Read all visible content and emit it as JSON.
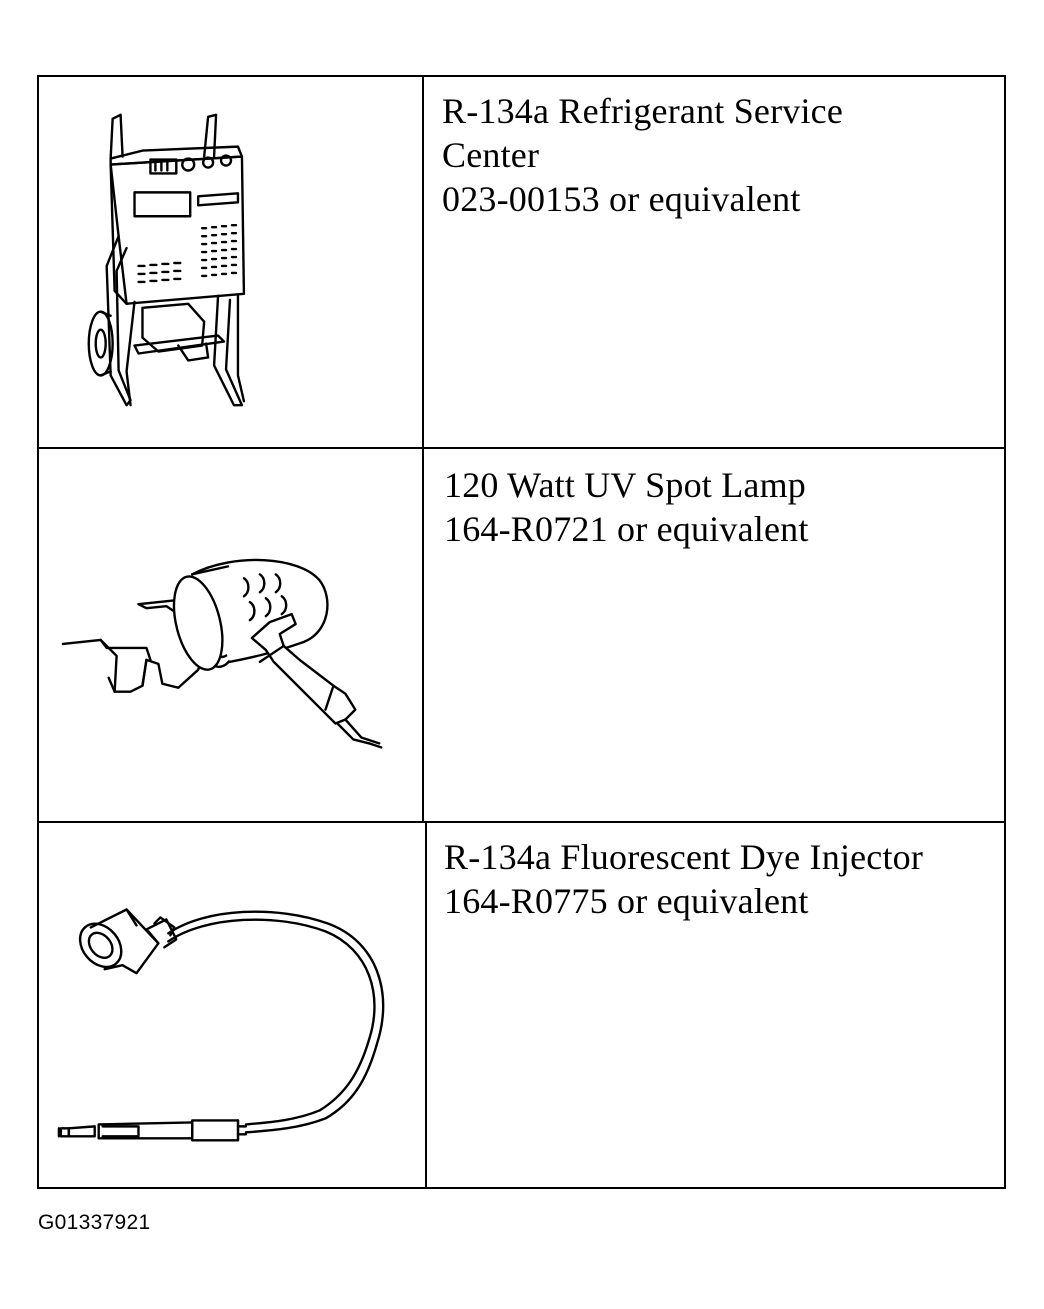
{
  "tools": [
    {
      "lines": [
        "R-134a Refrigerant Service",
        "Center",
        "023-00153 or equivalent"
      ],
      "illustration_icon": "refrigerant-service-center-icon"
    },
    {
      "lines": [
        "120 Watt UV Spot Lamp",
        "164-R0721 or equivalent"
      ],
      "illustration_icon": "uv-spot-lamp-icon"
    },
    {
      "lines": [
        "R-134a Fluorescent Dye Injector",
        "164-R0775 or equivalent"
      ],
      "illustration_icon": "dye-injector-icon"
    }
  ],
  "figure_code": "G01337921"
}
